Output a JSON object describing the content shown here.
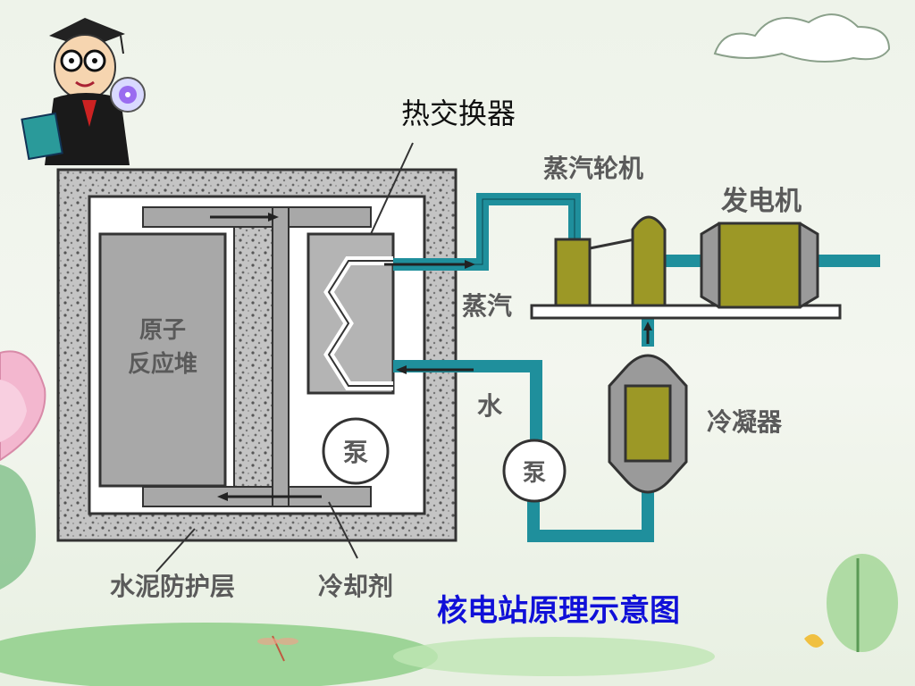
{
  "labels": {
    "heat_exchanger": "热交换器",
    "steam_turbine": "蒸汽轮机",
    "generator": "发电机",
    "steam": "蒸汽",
    "water": "水",
    "condenser": "冷凝器",
    "pump_left": "泵",
    "pump_right": "泵",
    "reactor": [
      "原子",
      "反应堆"
    ],
    "concrete_shield": "水泥防护层",
    "coolant": "冷却剂"
  },
  "title": "核电站原理示意图",
  "colors": {
    "title": "#1010d8",
    "pipe": "#1f8f9c",
    "equipment": "#9c9826",
    "reactor_fill": "#a8a8a8",
    "concrete": "#b9b9b9",
    "frame": "#444444"
  },
  "decorations": [
    "teacher-cartoon",
    "lotus-flower",
    "lotus-leaf",
    "cloud",
    "dragonfly"
  ]
}
